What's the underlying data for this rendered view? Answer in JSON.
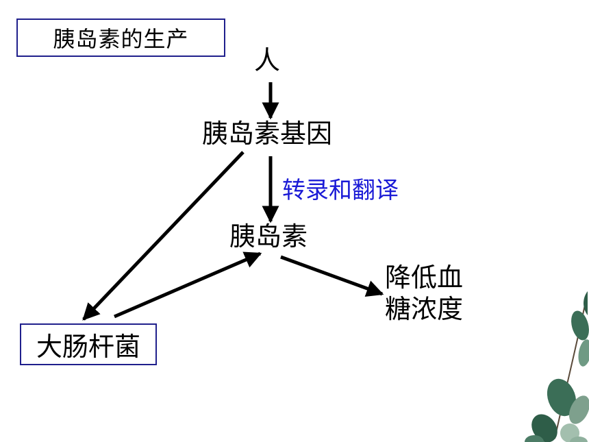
{
  "title": "胰岛素的生产",
  "nodes": {
    "person": "人",
    "gene": "胰岛素基因",
    "insulin": "胰岛素",
    "effect_line1": "降低血",
    "effect_line2": "糖浓度",
    "ecoli": "大肠杆菌"
  },
  "edge_labels": {
    "transcription_translation": "转录和翻译"
  },
  "colors": {
    "box_border": "#1f1f8c",
    "label_blue": "#1a1ad6",
    "arrow": "#000000"
  }
}
